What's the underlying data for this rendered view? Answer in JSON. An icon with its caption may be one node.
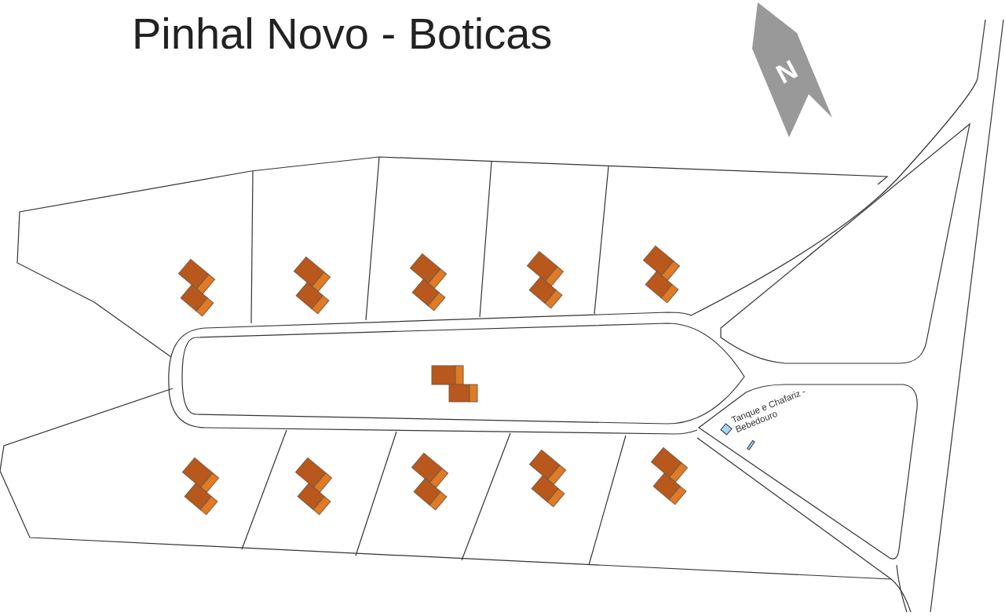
{
  "diagram": {
    "title": "Pinhal Novo - Boticas",
    "labels": [
      "N",
      "Tanque e Chafariz - Bebedouro"
    ]
  }
}
